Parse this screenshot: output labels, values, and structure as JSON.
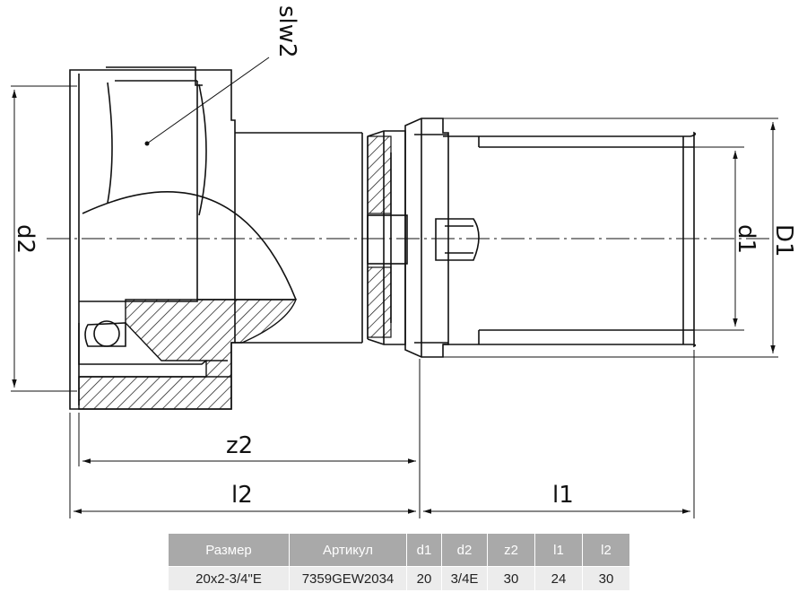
{
  "labels": {
    "sw": "slw2",
    "d2": "d2",
    "d1": "d1",
    "D1": "D1",
    "z2": "z2",
    "l2": "l2",
    "l1": "l1"
  },
  "table": {
    "headers": [
      "Размер",
      "Артикул",
      "d1",
      "d2",
      "z2",
      "l1",
      "l2"
    ],
    "rows": [
      [
        "20x2-3/4\"E",
        "7359GEW2034",
        "20",
        "3/4E",
        "30",
        "24",
        "30"
      ]
    ]
  }
}
